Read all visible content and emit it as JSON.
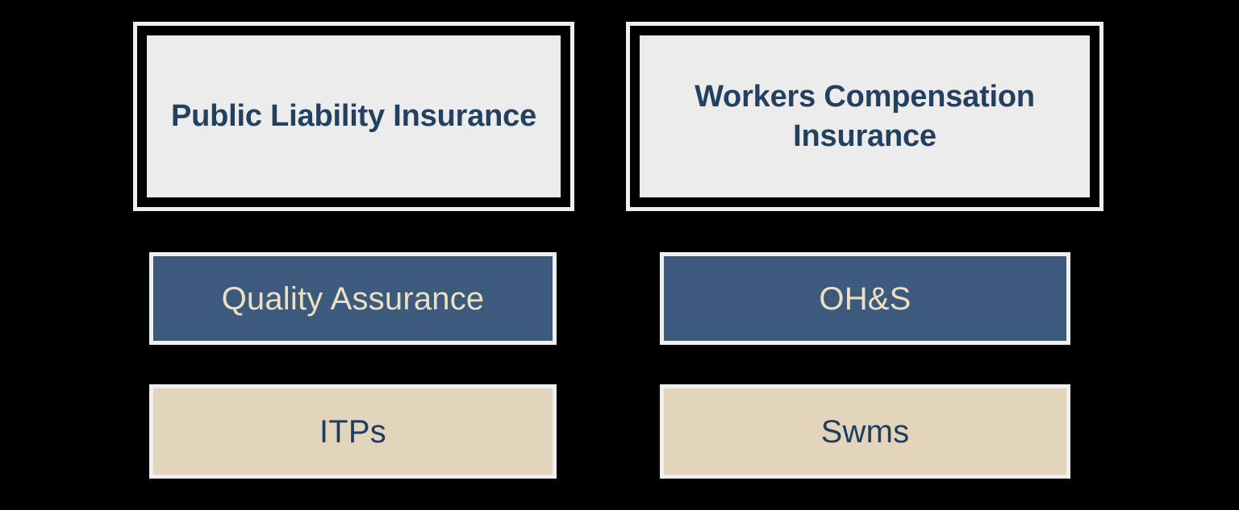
{
  "diagram": {
    "background_color": "#000000",
    "columns": [
      {
        "id": "column-left",
        "header": {
          "label": "Public Liability Insurance",
          "fill_color": "#ECECEC",
          "text_color": "#23415E",
          "frame_color": "#EFEFEF",
          "band_color": "#000000"
        },
        "category": {
          "label": "Quality Assurance",
          "fill_color": "#3C5A7B",
          "text_color": "#EDDFC4",
          "border_color": "#EFEFEF"
        },
        "document": {
          "label": "ITPs",
          "fill_color": "#E2D5BC",
          "text_color": "#1F3D5C",
          "border_color": "#EFEFEF"
        }
      },
      {
        "id": "column-right",
        "header": {
          "label": "Workers Compensation Insurance",
          "fill_color": "#ECECEC",
          "text_color": "#23415E",
          "frame_color": "#EFEFEF",
          "band_color": "#000000"
        },
        "category": {
          "label": "OH&S",
          "fill_color": "#3C5A7B",
          "text_color": "#EDDFC4",
          "border_color": "#EFEFEF"
        },
        "document": {
          "label": "Swms",
          "fill_color": "#E2D5BC",
          "text_color": "#1F3D5C",
          "border_color": "#EFEFEF"
        }
      }
    ]
  }
}
